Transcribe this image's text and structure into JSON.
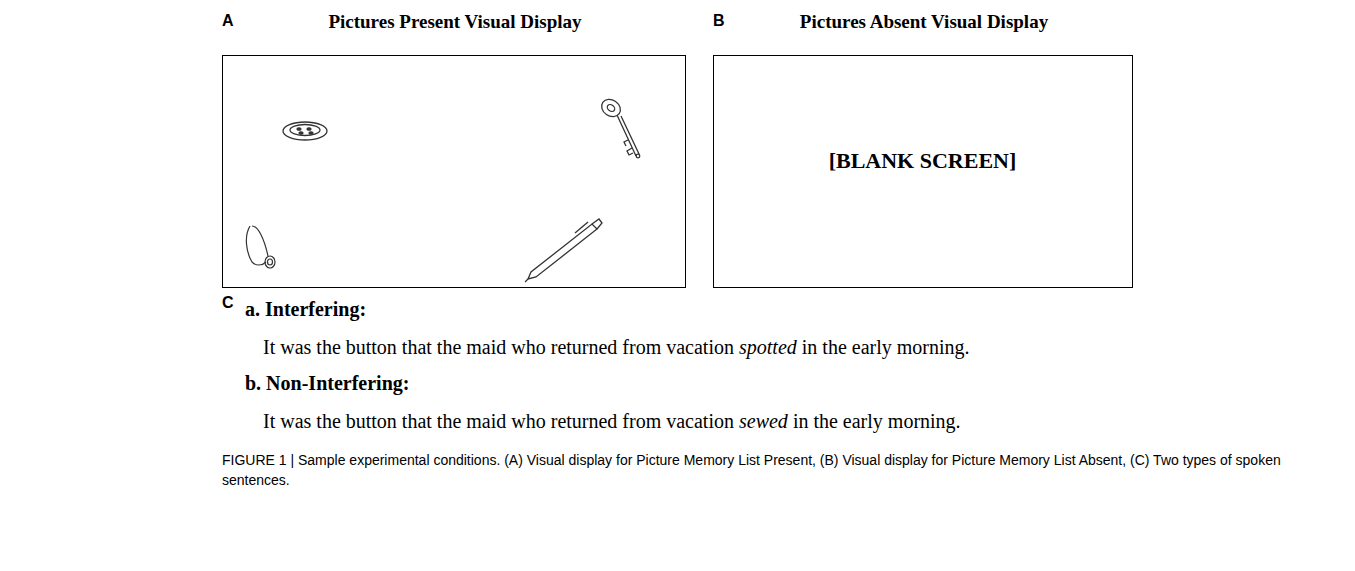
{
  "diagram": {
    "caption": "FIGURE 1 | Sample experimental conditions. (A) Visual display for Picture Memory List Present, (B) Visual display for Picture Memory List Absent, (C) Two types of spoken sentences.",
    "nodes": [
      {
        "text": [
          "Pictures Present Visual Display"
        ]
      },
      {
        "text": [
          "Pictures Absent Visual Display",
          "[BLANK SCREEN]"
        ]
      }
    ],
    "labels": [
      "A",
      "B",
      "C",
      "a. Interfering:",
      "It was the button that the maid who returned from vacation",
      "spotted",
      "in the early morning.",
      "b. Non-Interfering:",
      "It was the button that the maid who returned from vacation",
      "sewed",
      "in the early morning."
    ]
  }
}
